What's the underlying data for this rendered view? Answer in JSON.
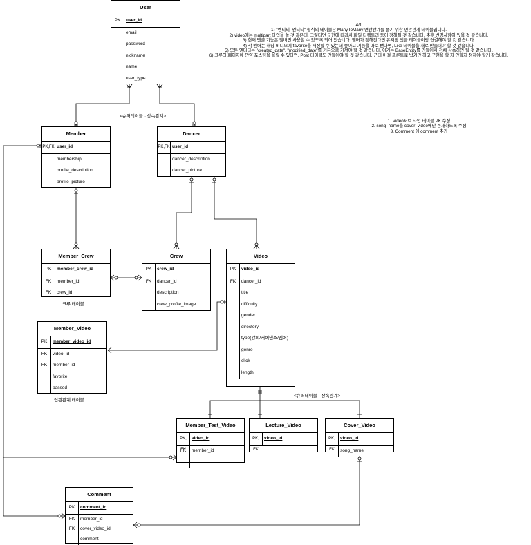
{
  "entities": {
    "user": {
      "title": "User",
      "pk": {
        "key": "PK",
        "field": "user_id"
      },
      "fields": [
        "email",
        "password",
        "nickname",
        "name",
        "user_type"
      ]
    },
    "member": {
      "title": "Member",
      "pk": {
        "key": "PK,FK",
        "field": "user_id"
      },
      "fields": [
        "membership",
        "profile_description",
        "profile_picture"
      ]
    },
    "dancer": {
      "title": "Dancer",
      "pk": {
        "key": "PK,FK",
        "field": "user_id"
      },
      "fields": [
        "dancer_description",
        "dancer_picture"
      ]
    },
    "member_crew": {
      "title": "Member_Crew",
      "pk": {
        "key": "PK",
        "field": "member_crew_id"
      },
      "fk_rows": [
        {
          "key": "FK",
          "field": "member_id"
        },
        {
          "key": "FK",
          "field": "crew_id"
        }
      ]
    },
    "crew": {
      "title": "Crew",
      "pk": {
        "key": "PK",
        "field": "crew_id"
      },
      "fk_rows": [
        {
          "key": "FK",
          "field": "dancer_id"
        }
      ],
      "fields": [
        "description",
        "crew_profile_image"
      ]
    },
    "video": {
      "title": "Video",
      "pk": {
        "key": "PK",
        "field": "video_id"
      },
      "fk_rows": [
        {
          "key": "FK",
          "field": "dancer_id"
        }
      ],
      "fields": [
        "title",
        "difficulty",
        "gender",
        "directory",
        "type(강의/커버댄스/멤버)",
        "genre",
        "click",
        "length"
      ]
    },
    "member_video": {
      "title": "Member_Video",
      "pk": {
        "key": "PK",
        "field": "member_video_id"
      },
      "fk_rows": [
        {
          "key": "FK",
          "field": "video_id"
        },
        {
          "key": "FK",
          "field": "member_id"
        }
      ],
      "fields": [
        "favorite",
        "passed"
      ]
    },
    "member_test_video": {
      "title": "Member_Test_Video",
      "pk": {
        "key": "PK, FK",
        "field": "video_id"
      },
      "fk_rows": [
        {
          "key": "FK",
          "field": "member_id"
        }
      ]
    },
    "lecture_video": {
      "title": "Lecture_Video",
      "pk": {
        "key": "PK, FK",
        "field": "video_id"
      }
    },
    "cover_video": {
      "title": "Cover_Video",
      "pk": {
        "key": "PK, FK",
        "field": "video_id"
      },
      "fields": [
        "song_name"
      ]
    },
    "comment": {
      "title": "Comment",
      "pk": {
        "key": "PK",
        "field": "comment_id"
      },
      "fk_rows": [
        {
          "key": "FK",
          "field": "member_id"
        },
        {
          "key": "FK",
          "field": "cover_video_id"
        }
      ],
      "fields": [
        "comment"
      ]
    }
  },
  "captions": {
    "supertable_top": "<슈퍼테이블 - 상속관계>",
    "supertable_bottom": "<슈퍼테이블 - 상속관계>",
    "crew_table": "크루 테이블",
    "relation_table": "연관관계 테이블"
  },
  "notes": {
    "main": [
      "4/1",
      "1) \"엔티티_엔티티\" 형식의 테이블은 ManyToMany 연관관계를 풀기 위한 연관관계 테이블입니다.",
      "2)  video에는 multipart 타입을 쓸 것 같은데, 그렇다면 구현에 따라서 파일 디렉토리 등이 정해질 것 같습니다. 추후 변경사항이 있을 것 같습니다.",
      "3) 현재 댓글 기능은 멤버만 사용할 수 있도록 되어 있습니다. 멤버가 정해진다면 유저랑 댓글 테이블이랑 연결해야 할 것 같습니다.",
      "4) 각 멤버는 해당 비디오에 favorite을 저장할 수 있는데 좋아요 기능을 따로 뺀다면, Like 테이블을 새로 만들어야 할 것 같습니다.",
      "5) 모든 엔티티는 \"created_date\", \"modified_date\"를 기본으로 가져야 할 것 같습니다. 이거는 BaseEntity를 만들어서 전체 상속하면 될 것 같습니다.",
      "6) 크루의 페이지에 만약 포스팅을 올릴 수 있다면, Post 테이블도 만들어야 할 것 같습니다. 근데 이걸 프론트로 박기만 하고 구현을 할 지 안할지 정해야 할거 같습니다."
    ],
    "side": [
      "1. Video서브 타입 테이블 PK 수정",
      "2. song_name을 cover_video에만 존재하도록 수정",
      "3. Comment 에 comment 추가"
    ]
  }
}
